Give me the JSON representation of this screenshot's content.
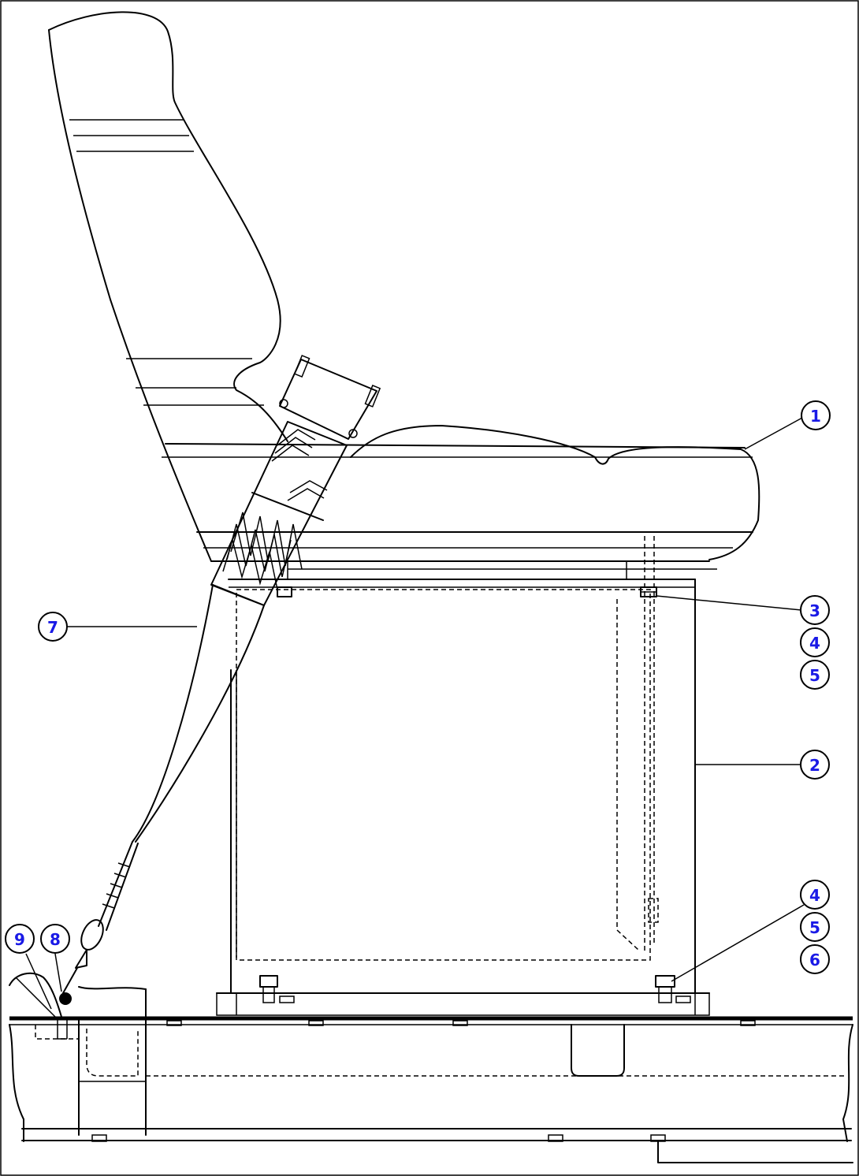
{
  "callouts": {
    "c1": "1",
    "c2": "2",
    "c3": "3",
    "c4a": "4",
    "c5a": "5",
    "c4b": "4",
    "c5b": "5",
    "c6": "6",
    "c7": "7",
    "c8": "8",
    "c9": "9"
  },
  "colors": {
    "callout_text": "#1a1ae6",
    "line": "#000000",
    "background": "#ffffff"
  }
}
